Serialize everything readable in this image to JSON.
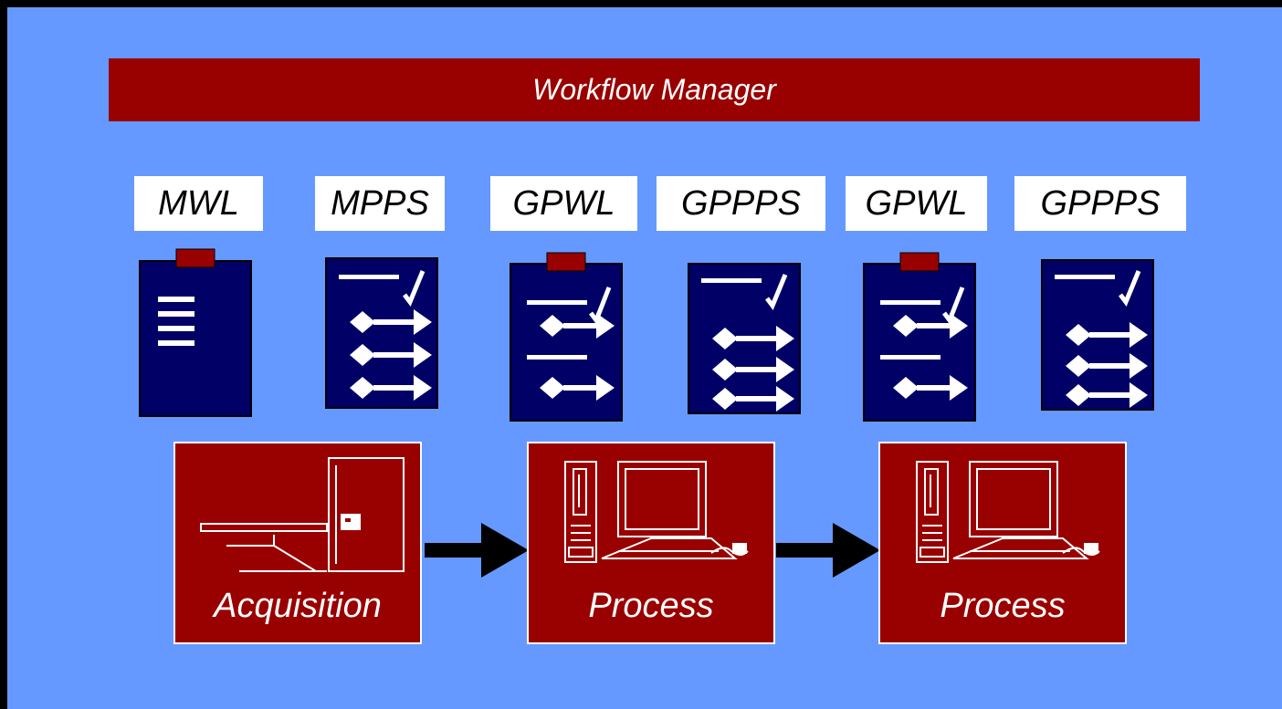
{
  "manager": {
    "title": "Workflow Manager"
  },
  "labels": [
    "MWL",
    "MPPS",
    "GPWL",
    "GPPPS",
    "GPWL",
    "GPPPS"
  ],
  "steps": [
    {
      "label": "Acquisition",
      "icon": "acquisition-modality-icon"
    },
    {
      "label": "Process",
      "icon": "workstation-icon"
    },
    {
      "label": "Process",
      "icon": "workstation-icon"
    }
  ],
  "documents": [
    {
      "kind": "worklist",
      "icon": "clipboard-list-icon"
    },
    {
      "kind": "performed-procedure-step",
      "icon": "checklist-icon"
    },
    {
      "kind": "worklist",
      "icon": "clipboard-checklist-icon"
    },
    {
      "kind": "performed-procedure-step",
      "icon": "checklist-icon"
    },
    {
      "kind": "worklist",
      "icon": "clipboard-checklist-icon"
    },
    {
      "kind": "performed-procedure-step",
      "icon": "checklist-icon"
    }
  ],
  "colors": {
    "background": "#6699ff",
    "accent": "#990000",
    "document": "#000066",
    "frame": "#000000"
  }
}
